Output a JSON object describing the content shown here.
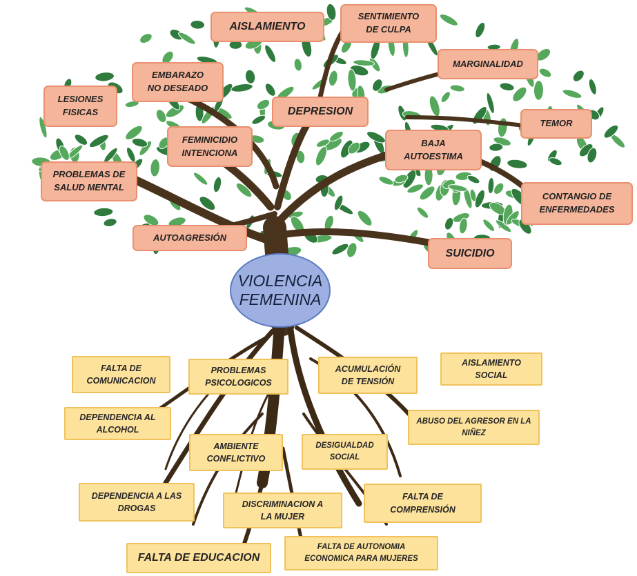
{
  "center": {
    "line1": "VIOLENCIA",
    "line2": "FEMENINA"
  },
  "colors": {
    "leaf": "#56a95c",
    "leaf_dark": "#2f7a3d",
    "trunk": "#4a331c",
    "effect_box": "#f5b59a",
    "cause_box": "#fde29c",
    "center": "#9eb0e2"
  },
  "effects": {
    "aislamiento": "AISLAMIENTO",
    "sentimiento_culpa": [
      "SENTIMIENTO",
      "DE CULPA"
    ],
    "marginalidad": "MARGINALIDAD",
    "embarazo": [
      "EMBARAZO",
      "NO DESEADO"
    ],
    "lesiones": [
      "LESIONES",
      "FISICAS"
    ],
    "depresion": "DEPRESION",
    "temor": "TEMOR",
    "feminicidio": [
      "FEMINICIDIO",
      "INTENCIONA"
    ],
    "baja_autoestima": [
      "BAJA",
      "AUTOESTIMA"
    ],
    "salud_mental": [
      "PROBLEMAS DE",
      "SALUD MENTAL"
    ],
    "contagio": [
      "CONTANGIO DE",
      "ENFERMEDADES"
    ],
    "autoagresion": "AUTOAGRESIÓN",
    "suicidio": "SUICIDIO"
  },
  "causes": {
    "falta_comunicacion": [
      "FALTA DE",
      "COMUNICACION"
    ],
    "problemas_psicologicos": [
      "PROBLEMAS",
      "PSICOLOGICOS"
    ],
    "acumulacion_tension": [
      "ACUMULACIÓN",
      "DE TENSIÓN"
    ],
    "aislamiento_social": [
      "AISLAMIENTO",
      "SOCIAL"
    ],
    "dependencia_alcohol": [
      "DEPENDENCIA AL",
      "ALCOHOL"
    ],
    "abuso_agresor": [
      "ABUSO DEL AGRESOR EN LA",
      "NIÑEZ"
    ],
    "ambiente_conflictivo": [
      "AMBIENTE",
      "CONFLICTIVO"
    ],
    "desigualdad_social": [
      "DESIGUALDAD",
      "SOCIAL"
    ],
    "dependencia_drogas": [
      "DEPENDENCIA A LAS",
      "DROGAS"
    ],
    "discriminacion_mujer": [
      "DISCRIMINACION A",
      "LA MUJER"
    ],
    "falta_comprension": [
      "FALTA DE",
      "COMPRENSIÓN"
    ],
    "falta_educacion": "FALTA DE EDUCACION",
    "falta_autonomia": [
      "FALTA DE AUTONOMIA",
      "ECONOMICA PARA MUJERES"
    ]
  }
}
